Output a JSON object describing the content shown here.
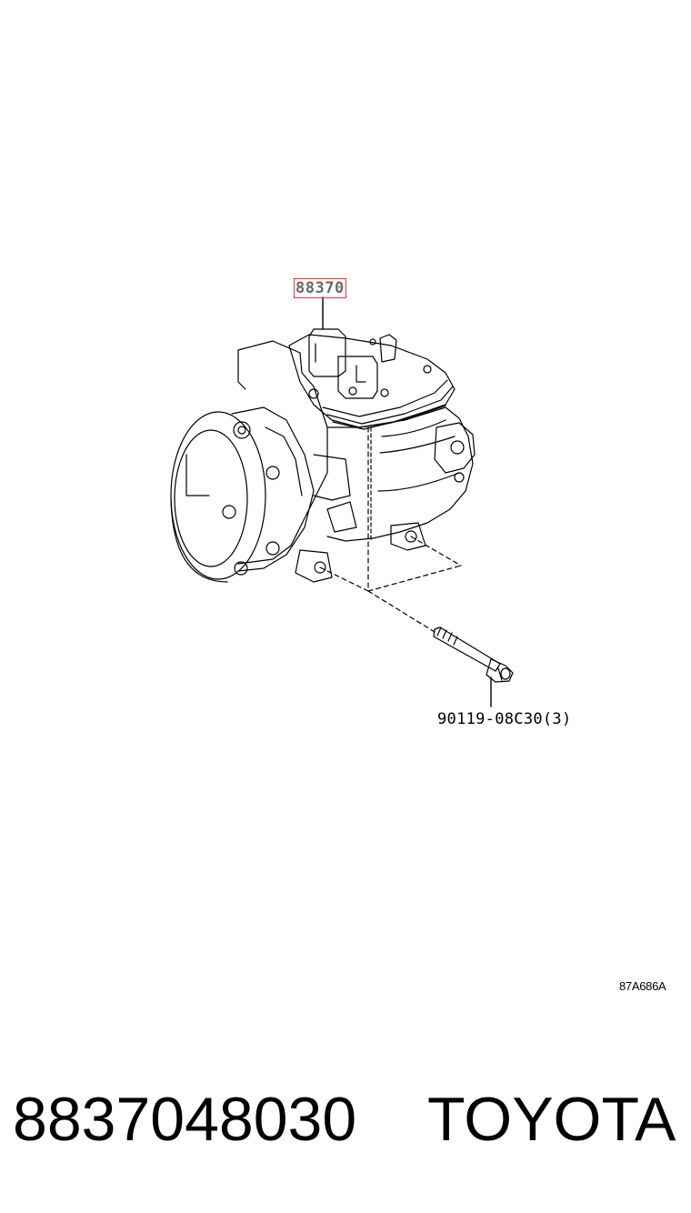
{
  "callouts": {
    "main_part": "88370",
    "bolt": "90119-08C30(3)"
  },
  "illustration_code": "87A686A",
  "footer": {
    "part_number": "8837048030",
    "brand": "TOYOTA"
  },
  "colors": {
    "highlight_border": "#e0362e",
    "highlight_text": "#6a6a6a",
    "line": "#000000"
  }
}
